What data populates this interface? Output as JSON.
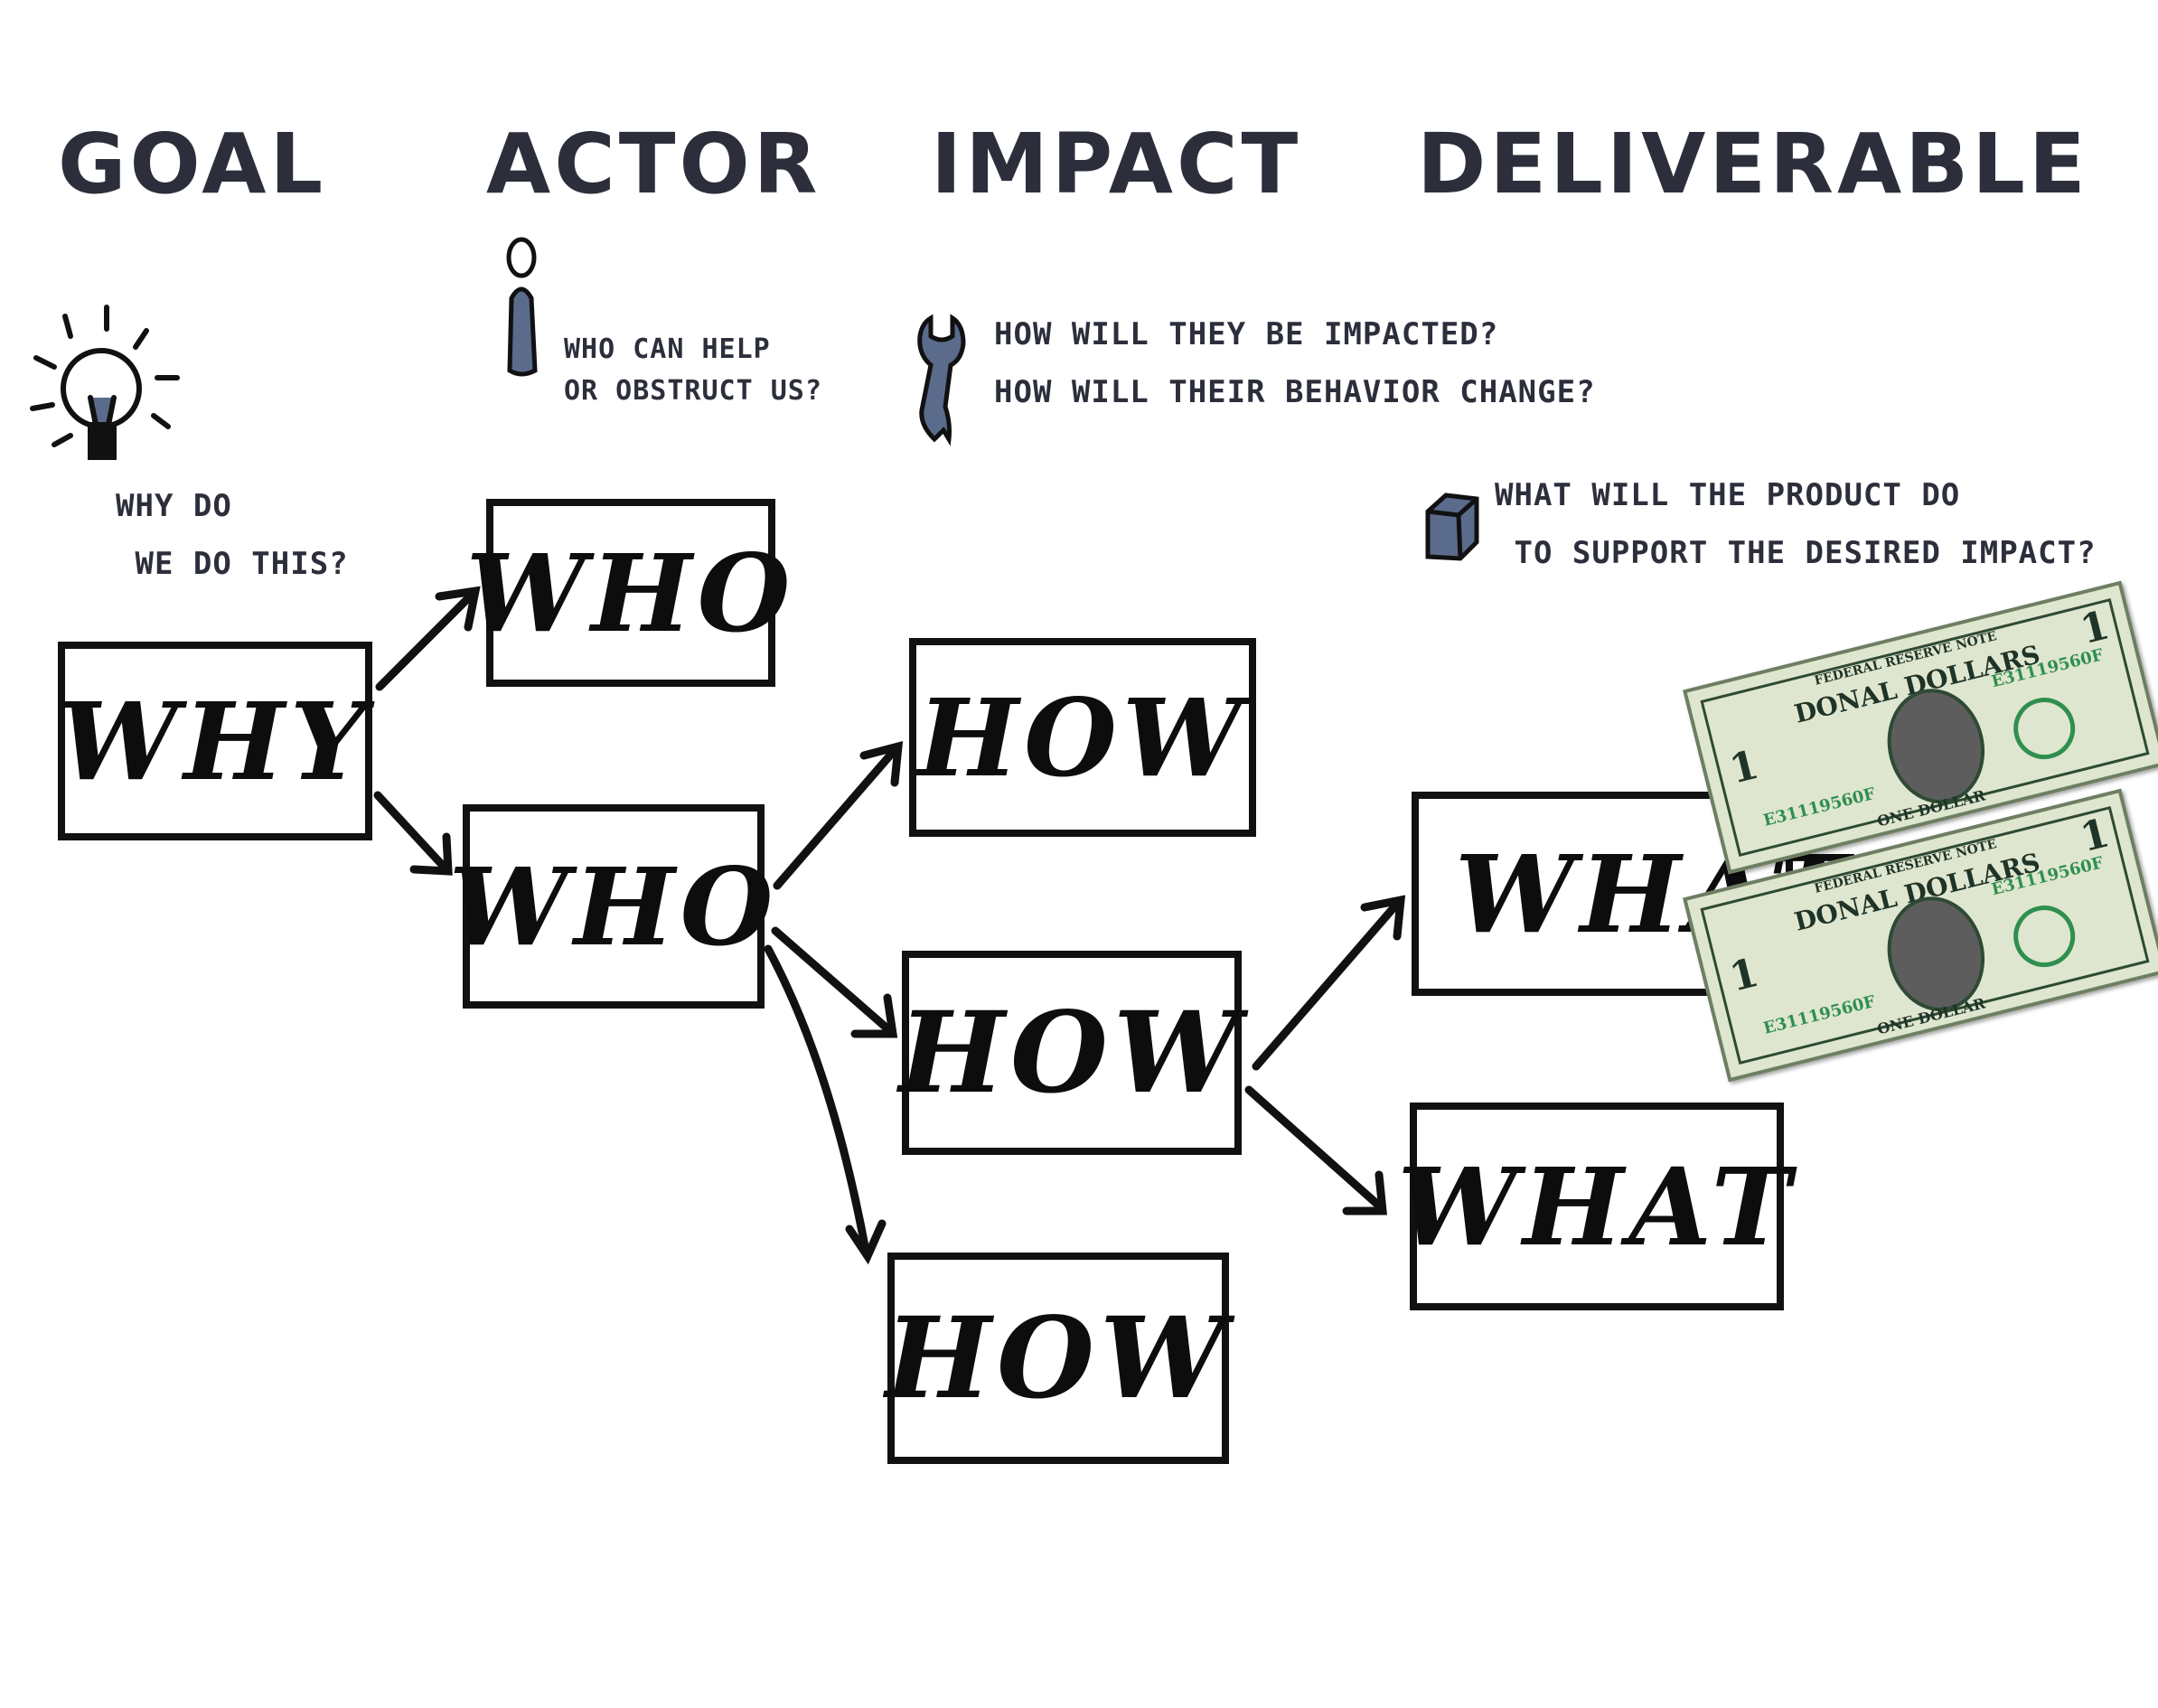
{
  "headers": {
    "goal": "GOAL",
    "actor": "ACTOR",
    "impact": "IMPACT",
    "deliverable": "DELIVERABLE"
  },
  "notes": {
    "goal": "WHY DO\n WE DO THIS?",
    "actor": "WHO CAN HELP\nOR OBSTRUCT US?",
    "impact": "HOW WILL THEY BE IMPACTED?\nHOW WILL THEIR BEHAVIOR CHANGE?",
    "deliverable": "WHAT WILL THE PRODUCT DO\n TO SUPPORT THE DESIRED IMPACT?"
  },
  "boxes": {
    "why": "WHY",
    "who_1": "WHO",
    "who_2": "WHO",
    "how_1": "HOW",
    "how_2": "HOW",
    "how_3": "HOW",
    "what_1": "WHAT",
    "what_2": "WHAT"
  },
  "bills": [
    {
      "top_text": "FEDERAL RESERVE NOTE",
      "title": "DONAL DOLLARS",
      "serial": "E31119560F",
      "bottom_text": "ONE DOLLAR",
      "denomination": "1"
    },
    {
      "top_text": "FEDERAL RESERVE NOTE",
      "title": "DONAL DOLLARS",
      "serial": "E31119560F",
      "bottom_text": "ONE DOLLAR",
      "denomination": "1"
    }
  ],
  "icons": [
    "lightbulb-icon",
    "person-icon",
    "wrench-icon",
    "cube-icon"
  ],
  "colors": {
    "ink": "#111111",
    "heading": "#2c2f3b",
    "icon_fill": "#5b6b8c",
    "bill_green": "#2f8f4f"
  }
}
